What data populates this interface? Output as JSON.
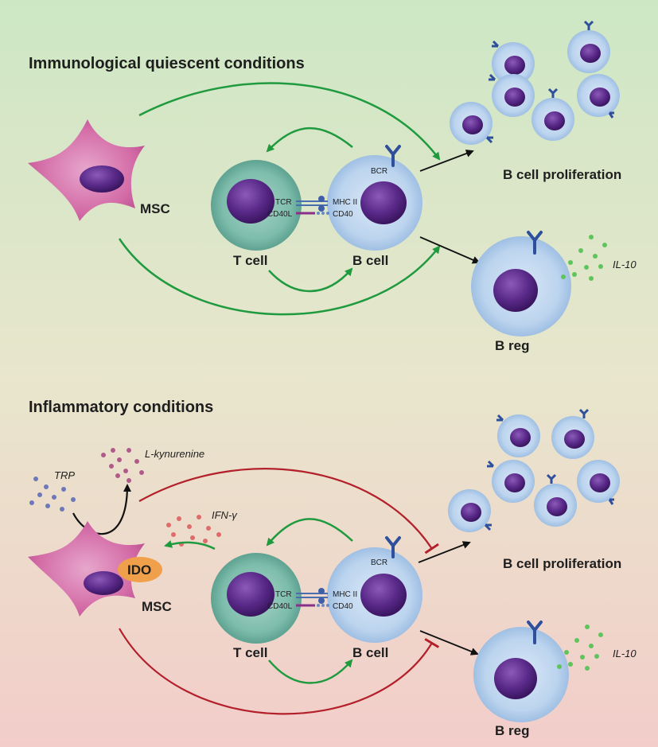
{
  "colors": {
    "green_arrow": "#1f9a3e",
    "red_inhibit": "#b3202b",
    "black_arrow": "#111111",
    "bg_top": "#cde7c4",
    "bg_bottom": "#f3cdca",
    "msc": "#d36aa6",
    "ido": "#f0a04a",
    "bcell_outer": "#bcd4ee",
    "tcell_outer": "#6fb3a3",
    "nucleus": "#5a2a8a",
    "il10_dots": "#5fc45c",
    "ifn_dots": "#e06b6b",
    "trp_dots": "#6d78b8",
    "kyn_dots": "#b05a8a"
  },
  "panel_top": {
    "title": "Immunological quiescent conditions",
    "msc": "MSC",
    "t_cell": "T cell",
    "b_cell": "B cell",
    "bcr": "BCR",
    "tcr": "TCR",
    "mhc": "MHC II",
    "cd40l": "CD40L",
    "cd40": "CD40",
    "proliferation": "B cell proliferation",
    "breg": "B reg",
    "il10": "IL-10"
  },
  "panel_bottom": {
    "title": "Inflammatory conditions",
    "msc": "MSC",
    "ido": "IDO",
    "trp": "TRP",
    "kynurenine": "L-kynurenine",
    "ifn": "IFN-γ",
    "t_cell": "T cell",
    "b_cell": "B cell",
    "bcr": "BCR",
    "tcr": "TCR",
    "mhc": "MHC II",
    "cd40l": "CD40L",
    "cd40": "CD40",
    "proliferation": "B cell proliferation",
    "breg": "B reg",
    "il10": "IL-10"
  }
}
